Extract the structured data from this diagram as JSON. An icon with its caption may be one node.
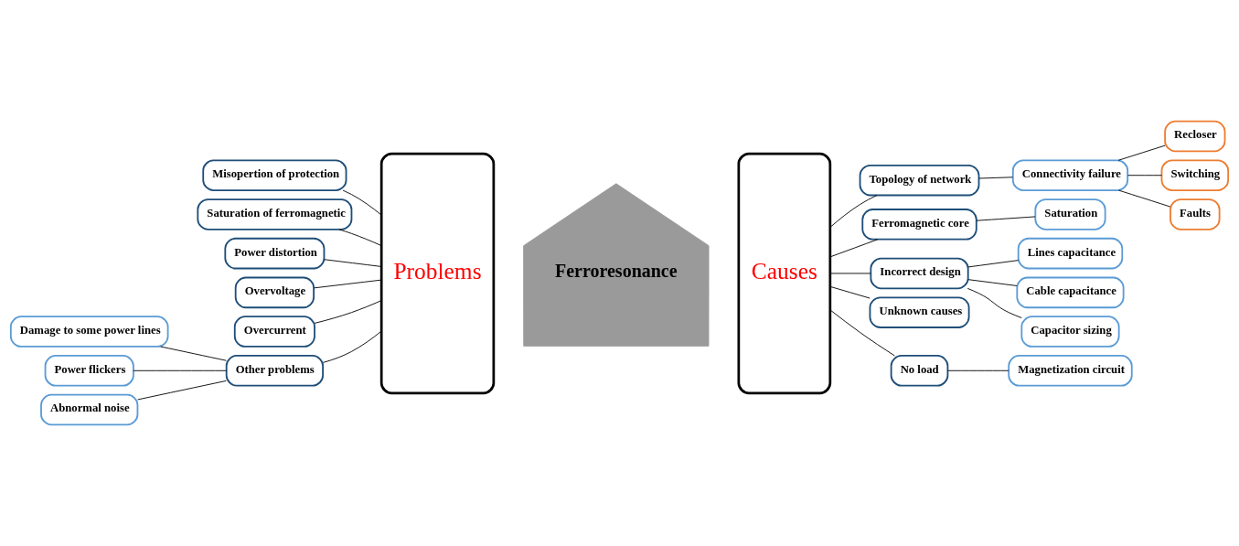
{
  "diagram": {
    "nodes": [
      {
        "text": [
          "Misopertion of protection"
        ]
      },
      {
        "text": [
          "Saturation of ferromagnetic"
        ]
      },
      {
        "text": [
          "Power distortion"
        ]
      },
      {
        "text": [
          "Overvoltage"
        ]
      },
      {
        "text": [
          "Overcurrent"
        ]
      },
      {
        "text": [
          "Damage to some power lines"
        ]
      },
      {
        "text": [
          "Power flickers"
        ]
      },
      {
        "text": [
          "Abnormal noise"
        ]
      },
      {
        "text": [
          "Other problems"
        ]
      },
      {
        "text": [
          "Problems"
        ]
      },
      {
        "text": [
          "Ferroresonance"
        ]
      },
      {
        "text": [
          "Causes"
        ]
      },
      {
        "text": [
          "Topology of network"
        ]
      },
      {
        "text": [
          "Connectivity failure"
        ]
      },
      {
        "text": [
          "Recloser"
        ]
      },
      {
        "text": [
          "Switching"
        ]
      },
      {
        "text": [
          "Faults"
        ]
      },
      {
        "text": [
          "Ferromagnetic core"
        ]
      },
      {
        "text": [
          "Saturation"
        ]
      },
      {
        "text": [
          "Incorrect design"
        ]
      },
      {
        "text": [
          "Lines capacitance"
        ]
      },
      {
        "text": [
          "Cable capacitance"
        ]
      },
      {
        "text": [
          "Capacitor sizing"
        ]
      },
      {
        "text": [
          "Unknown causes"
        ]
      },
      {
        "text": [
          "No load"
        ]
      },
      {
        "text": [
          "Magnetization circuit"
        ]
      }
    ],
    "edges": [
      {
        "from": 0,
        "to": 9,
        "arrow": "none"
      },
      {
        "from": 1,
        "to": 9,
        "arrow": "none"
      },
      {
        "from": 2,
        "to": 9,
        "arrow": "none"
      },
      {
        "from": 3,
        "to": 9,
        "arrow": "none"
      },
      {
        "from": 4,
        "to": 9,
        "arrow": "none"
      },
      {
        "from": 8,
        "to": 9,
        "arrow": "none"
      },
      {
        "from": 5,
        "to": 8,
        "arrow": "none"
      },
      {
        "from": 6,
        "to": 8,
        "arrow": "none"
      },
      {
        "from": 7,
        "to": 8,
        "arrow": "none"
      },
      {
        "from": 11,
        "to": 12,
        "arrow": "none"
      },
      {
        "from": 11,
        "to": 17,
        "arrow": "none"
      },
      {
        "from": 11,
        "to": 19,
        "arrow": "none"
      },
      {
        "from": 11,
        "to": 23,
        "arrow": "none"
      },
      {
        "from": 11,
        "to": 24,
        "arrow": "none"
      },
      {
        "from": 12,
        "to": 13,
        "arrow": "none"
      },
      {
        "from": 13,
        "to": 14,
        "arrow": "none"
      },
      {
        "from": 13,
        "to": 15,
        "arrow": "none"
      },
      {
        "from": 13,
        "to": 16,
        "arrow": "none"
      },
      {
        "from": 17,
        "to": 18,
        "arrow": "none"
      },
      {
        "from": 19,
        "to": 20,
        "arrow": "none"
      },
      {
        "from": 19,
        "to": 21,
        "arrow": "none"
      },
      {
        "from": 19,
        "to": 22,
        "arrow": "none"
      },
      {
        "from": 24,
        "to": 25,
        "arrow": "none"
      }
    ]
  }
}
